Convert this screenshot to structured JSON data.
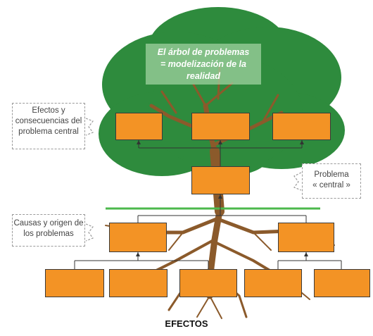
{
  "title_box": {
    "line1": "El árbol de problemas",
    "line2": "= modelización de la realidad"
  },
  "notes": {
    "effects": "Efectos y\nconsecuencias del\nproblema central",
    "central": "Problema\n« central »",
    "causes": "Causas y origen de\nlos problemas"
  },
  "bottom_label": "EFECTOS",
  "colors": {
    "foliage": "#2e8b3d",
    "trunk": "#8b5a2b",
    "box": "#f39325",
    "divider": "#4cb84c",
    "title_panel": "#a0d2a0"
  }
}
